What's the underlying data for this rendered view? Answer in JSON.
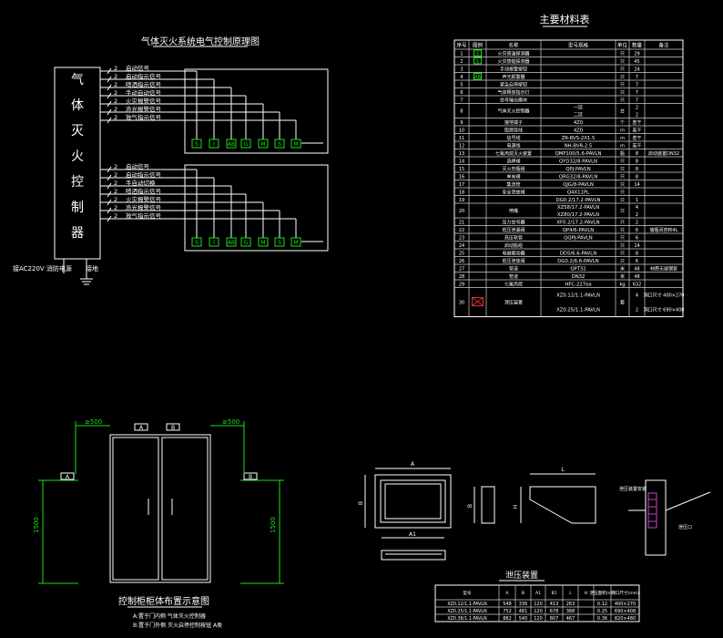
{
  "schematic": {
    "title": "气体灭火系统电气控制原理图",
    "controller_chars": [
      "气",
      "体",
      "灭",
      "火",
      "控",
      "制",
      "器"
    ],
    "power_label": "接AC220V 消防电源",
    "ground_label": "接地",
    "wire_number": "2",
    "group1_signals": [
      "启动信号",
      "启动指示信号",
      "喷洒指示信号",
      "手动自动信号",
      "火灾报警信号",
      "声光报警信号",
      "放气指示信号"
    ],
    "group2_signals": [
      "启动信号",
      "启动指示信号",
      "手自动切换",
      "喷洒指示信号",
      "火灾报警信号",
      "声光报警信号",
      "放气指示信号"
    ],
    "device_symbols": [
      "S",
      "I",
      "AB",
      "G",
      "M",
      "S",
      "M"
    ]
  },
  "materials": {
    "title": "主要材料表",
    "headers": [
      "序号",
      "图例",
      "名称",
      "型号规格",
      "单位",
      "数量",
      "备注"
    ],
    "rows": [
      [
        "1",
        "S",
        "火灾感温探测器",
        "",
        "只",
        "29",
        ""
      ],
      [
        "2",
        "S",
        "火灾感烟探测器",
        "",
        "只",
        "45",
        ""
      ],
      [
        "3",
        "",
        "手动报警按钮",
        "",
        "只",
        "24",
        ""
      ],
      [
        "4",
        "AB",
        "声光报警器",
        "",
        "只",
        "7",
        ""
      ],
      [
        "5",
        "",
        "紧急启停按钮",
        "",
        "只",
        "7",
        ""
      ],
      [
        "6",
        "",
        "气体释放指示灯",
        "",
        "只",
        "7",
        ""
      ],
      [
        "7",
        "",
        "信号输出模块",
        "",
        "只",
        "7",
        ""
      ],
      [
        "8",
        "",
        "气体灭火控制器",
        "一区 / 二区",
        "台",
        "2 / 2",
        ""
      ],
      [
        "9",
        "",
        "接地端子",
        "4Z0",
        "个",
        "若干",
        ""
      ],
      [
        "10",
        "",
        "阻燃导线",
        "4Z0",
        "m",
        "若干",
        ""
      ],
      [
        "11",
        "",
        "信号线",
        "ZR-RVS-2X1.5",
        "m",
        "若干",
        ""
      ],
      [
        "12",
        "",
        "电源线",
        "NH-BVR-2.5",
        "m",
        "若干",
        ""
      ],
      [
        "13",
        "",
        "七氟丙烷灭火装置",
        "QMP100/5.6-PAVLN",
        "瓶",
        "8",
        "启动装置DN32"
      ],
      [
        "14",
        "",
        "选择阀",
        "QYD32/8-PAVLN",
        "只",
        "8",
        ""
      ],
      [
        "15",
        "",
        "灭火剂瓶组",
        "QPJ-PAVLN",
        "只",
        "8",
        ""
      ],
      [
        "16",
        "",
        "单向阀",
        "QRG32/8-PAVLN",
        "只",
        "8",
        ""
      ],
      [
        "17",
        "",
        "集流管",
        "QJG/8-PAVLN",
        "只",
        "14",
        ""
      ],
      [
        "18",
        "",
        "安全泄放阀",
        "Q4X11PL",
        "只",
        "",
        ""
      ],
      [
        "19",
        "",
        "",
        "DG0.2/17.2-PAVLN",
        "只",
        "1",
        ""
      ],
      [
        "20",
        "",
        "喷嘴",
        "XZ58/17.2-PAVLN / XZ80/17.2-PAVLN",
        "只",
        "4 / 2",
        ""
      ],
      [
        "21",
        "",
        "压力信号器",
        "XF0.2/17.2-PAVLN",
        "只",
        "2",
        ""
      ],
      [
        "22",
        "",
        "低压泄漏阀",
        "QP4/6-PAVLN",
        "只",
        "6",
        "储瓶间容积4L"
      ],
      [
        "23",
        "",
        "高压软管",
        "QQPJ-PAVLN",
        "只",
        "6",
        ""
      ],
      [
        "24",
        "",
        "启动瓶组",
        "",
        "只",
        "14",
        ""
      ],
      [
        "25",
        "",
        "电磁驱动器",
        "DD5/6.6-PAVLN",
        "只",
        "8",
        ""
      ],
      [
        "26",
        "",
        "低压泄放阀",
        "DG0.2/6.6-PAVLN",
        "只",
        "6",
        ""
      ],
      [
        "27",
        "",
        "管道",
        "QPT32",
        "米",
        "48",
        "材质无缝钢管"
      ],
      [
        "28",
        "",
        "管道",
        "DN32",
        "米",
        "48",
        ""
      ],
      [
        "29",
        "",
        "七氟丙烷",
        "HFC-227ea",
        "kg",
        "632",
        ""
      ],
      [
        "30",
        "",
        "泄压装置",
        "XZ0.12/1.1-PAVLN / XZ0.25/1.1-PAVLN",
        "套",
        "4 / 2",
        "洞口尺寸 400×270 / 洞口尺寸 690×408"
      ]
    ]
  },
  "layout_plan": {
    "title": "控制柜柜体布置示意图",
    "dim_side": "≥500",
    "dim_height": "1500",
    "note_a": "A:置于门内侧 气体灭火控制器",
    "note_b": "B:置于门外侧 灭火启停控制按钮 A类",
    "module_label": "A",
    "module_label_b": "B"
  },
  "vent": {
    "title": "泄压装置",
    "dim_a": "A",
    "dim_a1": "A1",
    "dim_b": "B",
    "dim_l": "L",
    "dim_h": "H",
    "label_mount": "泄压装置安装",
    "label_wall": "泄压口",
    "table_headers": [
      "型号",
      "A",
      "B",
      "A1",
      "B1",
      "L",
      "H",
      "泄压面积(m²)",
      "洞口尺寸(mm)"
    ],
    "table_rows": [
      [
        "XZ0.12/1.1-PAVLN",
        "548",
        "336",
        "120",
        "413",
        "263",
        "",
        "0.12",
        "400×270"
      ],
      [
        "XZ0.25/1.1-PAVLN",
        "752",
        "481",
        "120",
        "678",
        "388",
        "",
        "0.25",
        "690×408"
      ],
      [
        "XZ0.36/1.1-PAVLN",
        "882",
        "540",
        "120",
        "807",
        "467",
        "",
        "0.36",
        "820×480"
      ]
    ]
  }
}
